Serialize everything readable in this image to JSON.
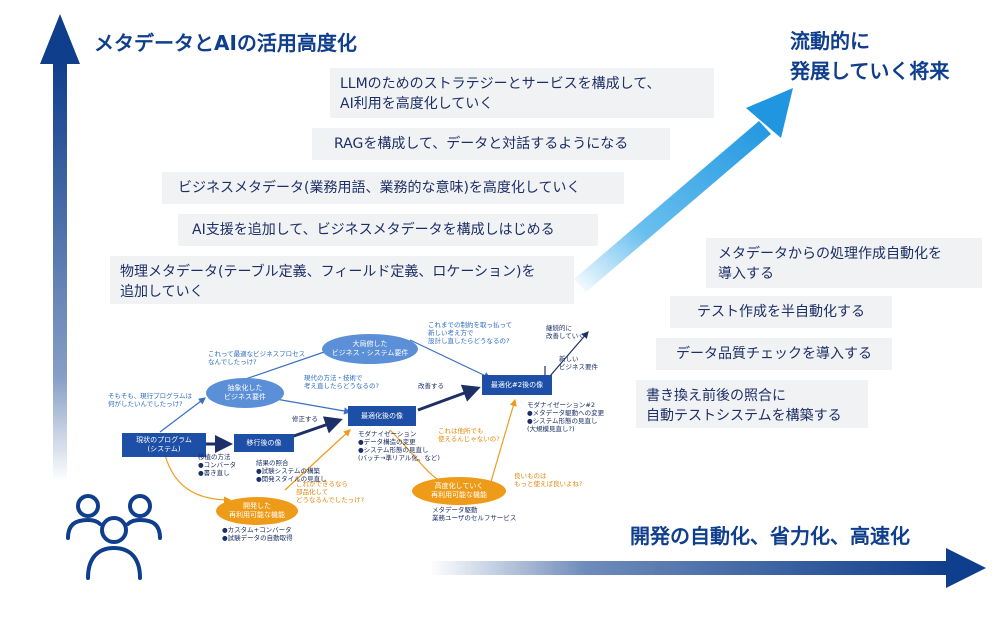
{
  "header": {
    "vertical_title": "メタデータとAIの活用高度化",
    "top_right_title_1": "流動的に",
    "top_right_title_2": "発展していく将来",
    "horizontal_title": "開発の自動化、省力化、高速化"
  },
  "left_steps": [
    {
      "line1": "LLMのためのストラテジーとサービスを構成して、",
      "line2": "AI利用を高度化していく"
    },
    {
      "line1": "RAGを構成して、データと対話するようになる"
    },
    {
      "line1": "ビジネスメタデータ(業務用語、業務的な意味)を高度化していく"
    },
    {
      "line1": "AI支援を追加して、ビジネスメタデータを構成しはじめる"
    },
    {
      "line1": "物理メタデータ(テーブル定義、フィールド定義、ロケーション)を",
      "line2": "追加していく"
    }
  ],
  "right_steps": [
    {
      "line1": "メタデータからの処理作成自動化を",
      "line2": "導入する"
    },
    {
      "line1": "テスト作成を半自動化する"
    },
    {
      "line1": "データ品質チェックを導入する"
    },
    {
      "line1": "書き換え前後の照合に",
      "line2": "自動テストシステムを構築する"
    }
  ],
  "flow": {
    "nodes": {
      "current": "現状のプログラム\n(システム)",
      "migrated": "移行後の像",
      "optimized": "最適化後の像",
      "optimized2": "最適化#2後の像",
      "abstracted": "抽象化した\nビジネス要件",
      "bigpicture": "大局俯した\nビジネス・システム要件",
      "reuse": "開発した\n再利用可能な機能",
      "advanced": "高度化していく\n再利用可能な機能"
    },
    "notes": {
      "q1": "そもそも、現行プログラムは\n何がしたいんでしたっけ?",
      "q2": "これって最適なビジネスプロセス\nなんでしたっけ?",
      "q3": "これまでの制約を取っ払って\n新しい考え方で\n設計し直したらどうなるの?",
      "q4": "現代の方法・技術で\n考え直したらどうなるの?",
      "label_fix": "修正する",
      "label_improve": "改善する",
      "continuous": "継続的に\n改善していく",
      "new_req": "新しい\nビジネス要件",
      "modern1": "モダナイゼーション\n●データ構造の変更\n●システム形態の見直し\n(バッチ→準リアル化、など)",
      "modern2": "モダナイゼーション#2\n●メタデータ駆動への変更\n●システム形態の見直し\n(大規模見直し?)",
      "migration": "移植の方法\n●コンバータ\n●書き直し",
      "result": "結果の照合\n●試験システムの構築\n●開発スタイルの見直し",
      "reuse_detail": "●カスタム+コンバータ\n●試験データの自動取得",
      "advanced_detail": "メタデータ駆動\n業務ユーザのセルフサービス",
      "o1": "これができるなら\n部品化して\nどうなるんでしたっけ?",
      "o2": "これは他所でも\n使えるんじゃないの?",
      "o3": "良いものは\nもっと使えば良いよね?"
    }
  },
  "colors": {
    "navy": "#0f3e8c",
    "arrow_light": "#29a3e8",
    "orange": "#ef9b1a",
    "blue_node": "#1e4fa6"
  },
  "icons": [
    "user-group-icon"
  ]
}
